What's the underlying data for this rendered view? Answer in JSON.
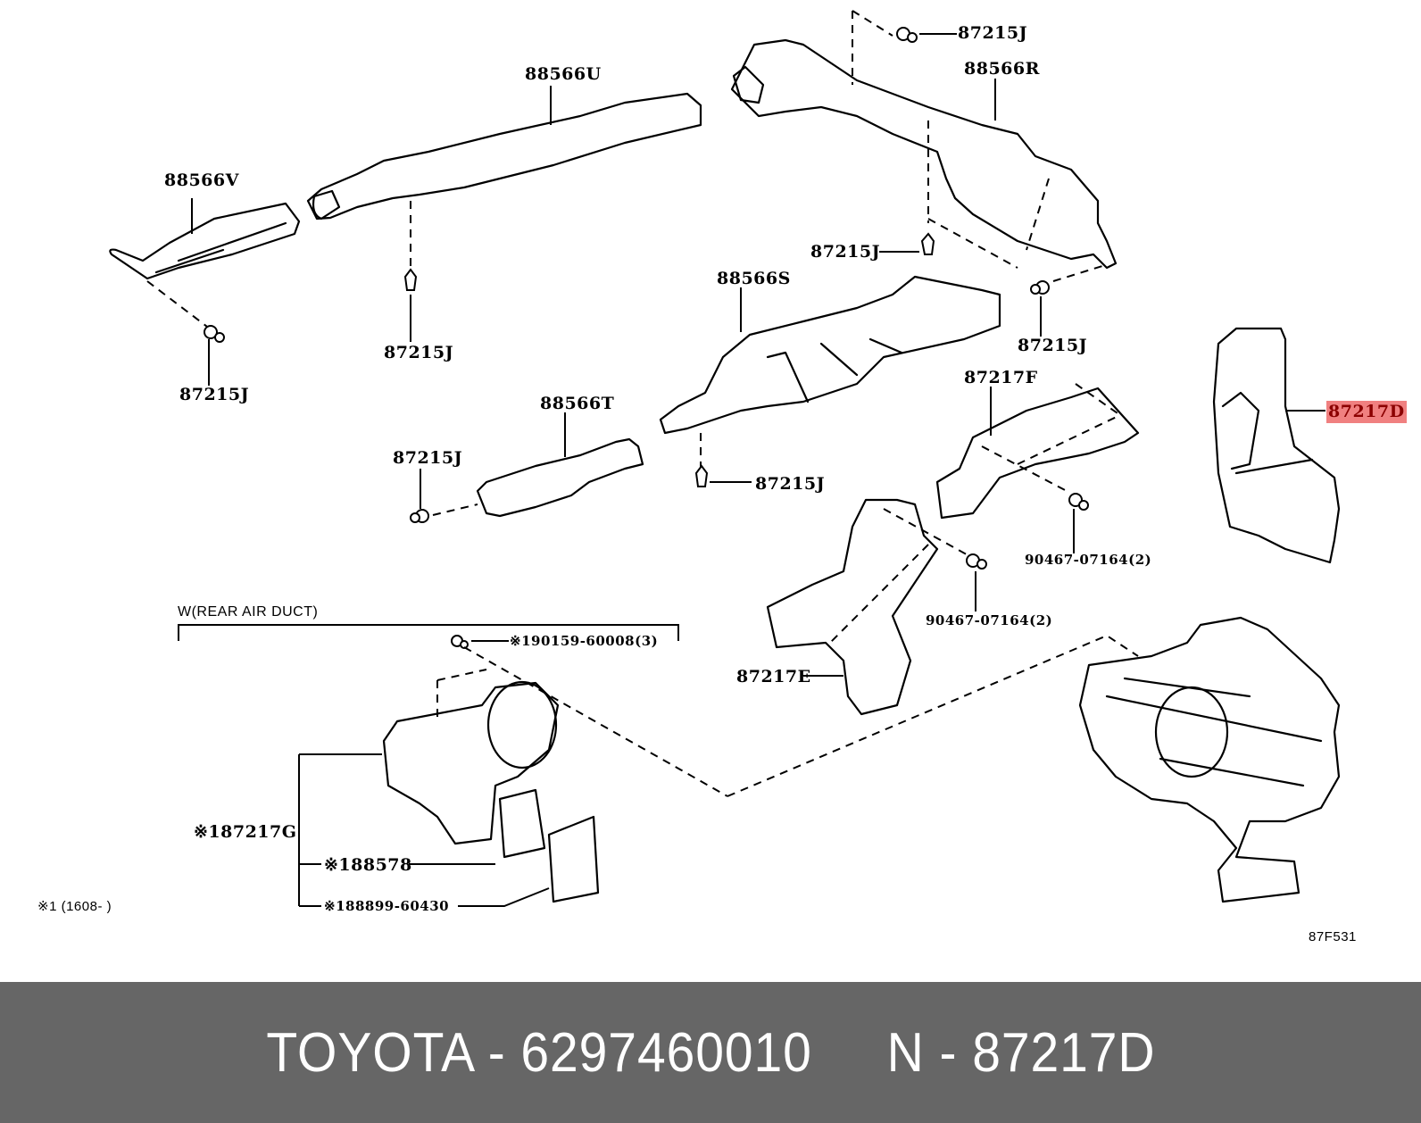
{
  "diagram": {
    "title": "Toyota air duct parts diagram",
    "figure_code": "87F531",
    "group_label": "W(REAR AIR DUCT)",
    "footnote": "※1 (1608-      )",
    "highlight_color": "#f08080",
    "callouts": [
      {
        "id": "88566U",
        "text": "88566U"
      },
      {
        "id": "88566V",
        "text": "88566V"
      },
      {
        "id": "87215J-a",
        "text": "87215J"
      },
      {
        "id": "87215J-b",
        "text": "87215J"
      },
      {
        "id": "87215J-c",
        "text": "87215J"
      },
      {
        "id": "88566R",
        "text": "88566R"
      },
      {
        "id": "87215J-d",
        "text": "87215J"
      },
      {
        "id": "88566S",
        "text": "88566S"
      },
      {
        "id": "87215J-e",
        "text": "87215J"
      },
      {
        "id": "88566T",
        "text": "88566T"
      },
      {
        "id": "87215J-f",
        "text": "87215J"
      },
      {
        "id": "87215J-g",
        "text": "87215J"
      },
      {
        "id": "87217F",
        "text": "87217F"
      },
      {
        "id": "87217D",
        "text": "87217D",
        "highlighted": true
      },
      {
        "id": "90467-a",
        "text": "90467-07164(2)"
      },
      {
        "id": "90467-b",
        "text": "90467-07164(2)"
      },
      {
        "id": "87217E",
        "text": "87217E"
      },
      {
        "id": "90159",
        "text": "※190159-60008(3)"
      },
      {
        "id": "87217G",
        "text": "※187217G"
      },
      {
        "id": "88578",
        "text": "※188578"
      },
      {
        "id": "88899",
        "text": "※188899-60430"
      }
    ]
  },
  "footer": {
    "brand": "TOYOTA",
    "part_number": "6297460010",
    "ref": "N - 87217D",
    "text": "TOYOTA - 6297460010     N - 87217D"
  }
}
